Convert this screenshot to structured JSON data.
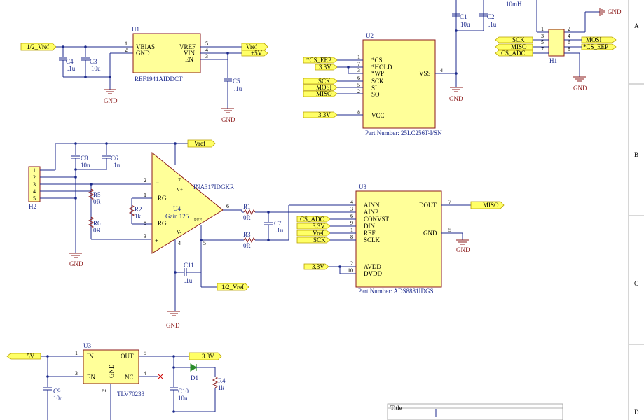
{
  "ports": {
    "half_vref_u1": "1/2_Vref",
    "vref_u1": "Vref",
    "p5v_u1": "+5V",
    "cs_eep": "*CS_EEP",
    "v33_u2a": "3.3V",
    "sck_u2": "SCK",
    "mosi_u2": "MOSI",
    "miso_u2": "MISO",
    "v33_u2b": "3.3V",
    "sck_h1": "SCK",
    "miso_h1": "MISO",
    "csadc_h1": "CS_ADC",
    "mosi_h1": "MOSI",
    "cseep_h1": "*CS_EEP",
    "vref_amp": "Vref",
    "half_vref_amp": "1/2_Vref",
    "miso_u3": "MISO",
    "csadc_u3": "CS_ADC",
    "v33_u3a": "3.3V",
    "vref_u3": "Vref",
    "sck_u3": "SCK",
    "v33_u3b": "3.3V",
    "p5v_reg": "+5V",
    "v33_reg": "3.3V"
  },
  "labels": {
    "gnd": "GND",
    "title": "Title",
    "ind": "10mH",
    "zones": [
      "A",
      "B",
      "C",
      "D"
    ]
  },
  "u1": {
    "ref": "U1",
    "part": "REF1941AIDDCT",
    "pins_l": [
      "VBIAS",
      "GND"
    ],
    "pins_r": [
      "VREF",
      "VIN",
      "EN"
    ],
    "nums_l": [
      "1",
      "2"
    ],
    "nums_r": [
      "5",
      "4",
      "3"
    ]
  },
  "u2": {
    "ref": "U2",
    "pn": "Part Number: 25LC256T-I/SN",
    "pins": [
      "*CS",
      "*HOLD",
      "*WP",
      "SCK",
      "SI",
      "SO",
      "VCC",
      "VSS"
    ],
    "nums": [
      "1",
      "7",
      "3",
      "6",
      "5",
      "2",
      "8",
      "4"
    ]
  },
  "h1": {
    "ref": "H1",
    "nums": [
      "1",
      "2",
      "3",
      "4",
      "5",
      "6",
      "7",
      "8"
    ]
  },
  "h2": {
    "ref": "H2",
    "nums": [
      "1",
      "2",
      "3",
      "4",
      "5"
    ]
  },
  "u4": {
    "ref": "U4",
    "part": "INA317IDGKR",
    "gain": "Gain 125",
    "rg1": "RG",
    "rg2": "RG",
    "vp": "V+",
    "vm": "V-",
    "refp": "REF",
    "nums": [
      "2",
      "1",
      "8",
      "3",
      "6",
      "7",
      "4",
      "5"
    ]
  },
  "u3a": {
    "ref": "U3",
    "pn": "Part Number: ADS8881IDGS",
    "pins_l": [
      "AINN",
      "AINP",
      "CONVST",
      "DIN",
      "REF",
      "SCLK",
      "AVDD",
      "DVDD"
    ],
    "nums_l": [
      "4",
      "3",
      "6",
      "9",
      "1",
      "8",
      "2",
      "10"
    ],
    "pins_r": [
      "DOUT",
      "GND"
    ],
    "nums_r": [
      "7",
      "5"
    ]
  },
  "u3b": {
    "ref": "U3",
    "part": "TLV70233",
    "pins": [
      "IN",
      "EN",
      "GND",
      "OUT",
      "NC"
    ],
    "nums": [
      "1",
      "3",
      "2",
      "5",
      "4"
    ]
  },
  "caps": {
    "c1": [
      "C1",
      "10u"
    ],
    "c2": [
      "C2",
      ".1u"
    ],
    "c3": [
      "C3",
      "10u"
    ],
    "c4": [
      "C4",
      ".1u"
    ],
    "c5": [
      "C5",
      ".1u"
    ],
    "c6": [
      "C6",
      ".1u"
    ],
    "c7": [
      "C7",
      ".1u"
    ],
    "c8": [
      "C8",
      "10u"
    ],
    "c9": [
      "C9",
      "10u"
    ],
    "c10": [
      "C10",
      "10u"
    ],
    "c11": [
      "C11",
      ".1u"
    ]
  },
  "res": {
    "r1": [
      "R1",
      "0R"
    ],
    "r2": [
      "R2",
      "1k"
    ],
    "r3": [
      "R3",
      "0R"
    ],
    "r4": [
      "R4",
      "1k"
    ],
    "r5": [
      "R5",
      "0R"
    ],
    "r6": [
      "R6",
      "0R"
    ]
  },
  "diode": "D1"
}
